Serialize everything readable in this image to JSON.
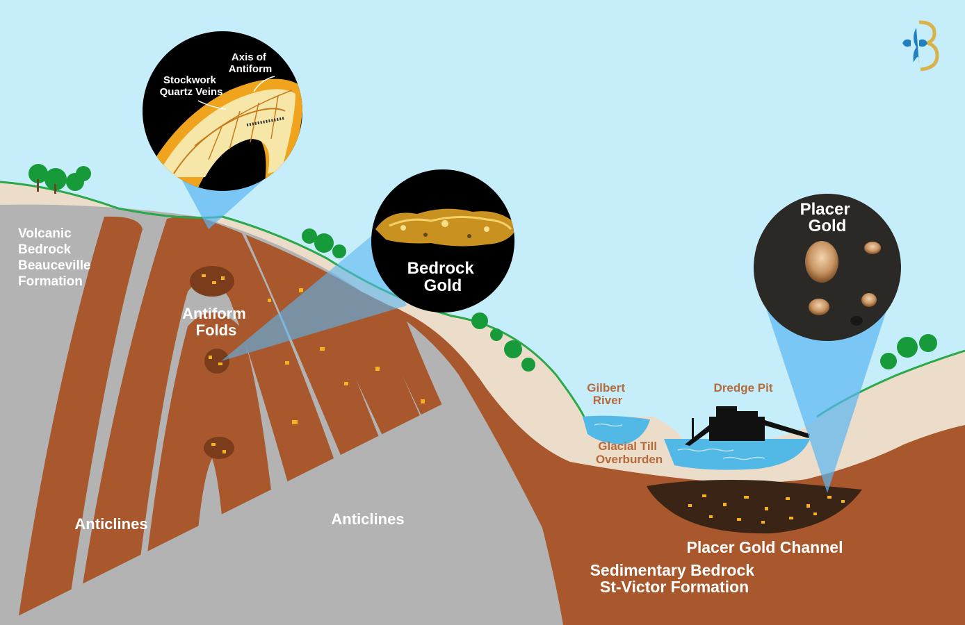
{
  "labels": {
    "volcanic": [
      "Volcanic",
      "Bedrock",
      "Beauceville",
      "Formation"
    ],
    "antiform_folds": [
      "Antiform",
      "Folds"
    ],
    "anticlines_left": "Anticlines",
    "anticlines_right": "Anticlines",
    "axis_of_antiform": [
      "Axis of",
      "Antiform"
    ],
    "stockwork": [
      "Stockwork",
      "Quartz Veins"
    ],
    "bedrock_gold": [
      "Bedrock",
      "Gold"
    ],
    "placer_gold": [
      "Placer",
      "Gold"
    ],
    "gilbert_river": [
      "Gilbert",
      "River"
    ],
    "dredge_pit": "Dredge Pit",
    "glacial_till": [
      "Glacial Till",
      "Overburden"
    ],
    "placer_channel": "Placer Gold Channel",
    "sedimentary": [
      "Sedimentary Bedrock",
      "St-Victor Formation"
    ]
  },
  "colors": {
    "sky": "#c6eefa",
    "grey_rock": "#b3b3b3",
    "brown_rock": "#a8582c",
    "overburden": "#ecdcca",
    "water": "#52b8e6",
    "gold": "#f5b21e",
    "grass": "#2aa84a",
    "tree": "#179a3a",
    "label_brown": "#b56a3c"
  },
  "icons": {
    "logo": "fleur-de-lis-b-logo"
  }
}
